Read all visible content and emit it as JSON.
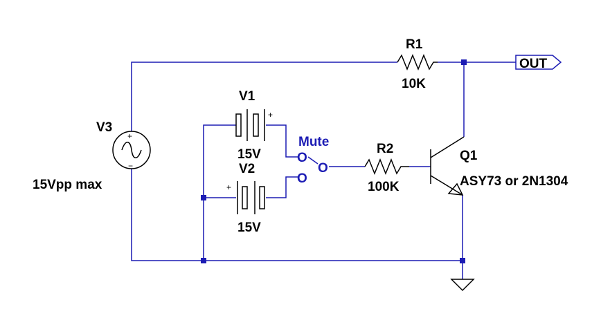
{
  "components": {
    "r1": {
      "name": "R1",
      "value": "10K"
    },
    "r2": {
      "name": "R2",
      "value": "100K"
    },
    "v1": {
      "name": "V1",
      "value": "15V"
    },
    "v2": {
      "name": "V2",
      "value": "15V"
    },
    "v3": {
      "name": "V3",
      "value": "15Vpp max"
    },
    "q1": {
      "name": "Q1",
      "value": "ASY73 or 2N1304"
    }
  },
  "labels": {
    "mute": "Mute",
    "out": "OUT",
    "plus": "+",
    "minus": "−",
    "switch_o": "O"
  },
  "colors": {
    "wire": "#1c1cb4",
    "component": "#000000",
    "background": "#ffffff"
  }
}
